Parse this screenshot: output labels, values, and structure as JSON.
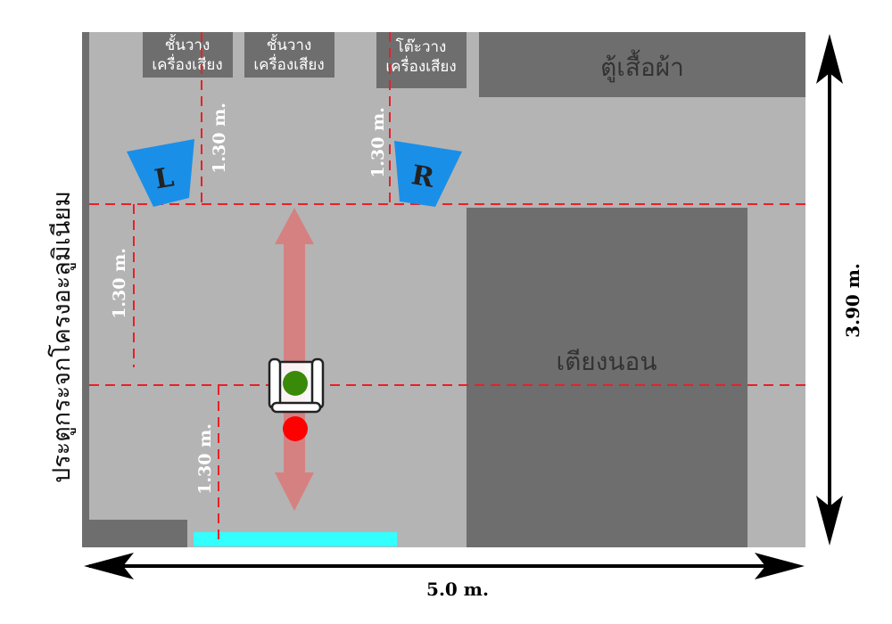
{
  "shelves": [
    {
      "line1": "ชั้นวาง",
      "line2": "เครื่องเสียง"
    },
    {
      "line1": "ชั้นวาง",
      "line2": "เครื่องเสียง"
    },
    {
      "line1": "โต๊ะวาง",
      "line2": "เครื่องเสียง"
    }
  ],
  "wardrobe": "ตู้เสื้อผ้า",
  "bed": "เตียงนอน",
  "door": "ประตูกระจกโครงอะลูมิเนียม",
  "speakers": {
    "left": "L",
    "right": "R"
  },
  "distances": [
    "1.30 m.",
    "1.30 m.",
    "1.30 m.",
    "1.30 m."
  ],
  "room_width": "5.0 m.",
  "room_depth": "3.90 m.",
  "colors": {
    "floor": "#b4b4b4",
    "furniture": "#6e6e6e",
    "speaker": "#1a8fe8",
    "guide": "#e8202a",
    "window": "#33ffff"
  }
}
